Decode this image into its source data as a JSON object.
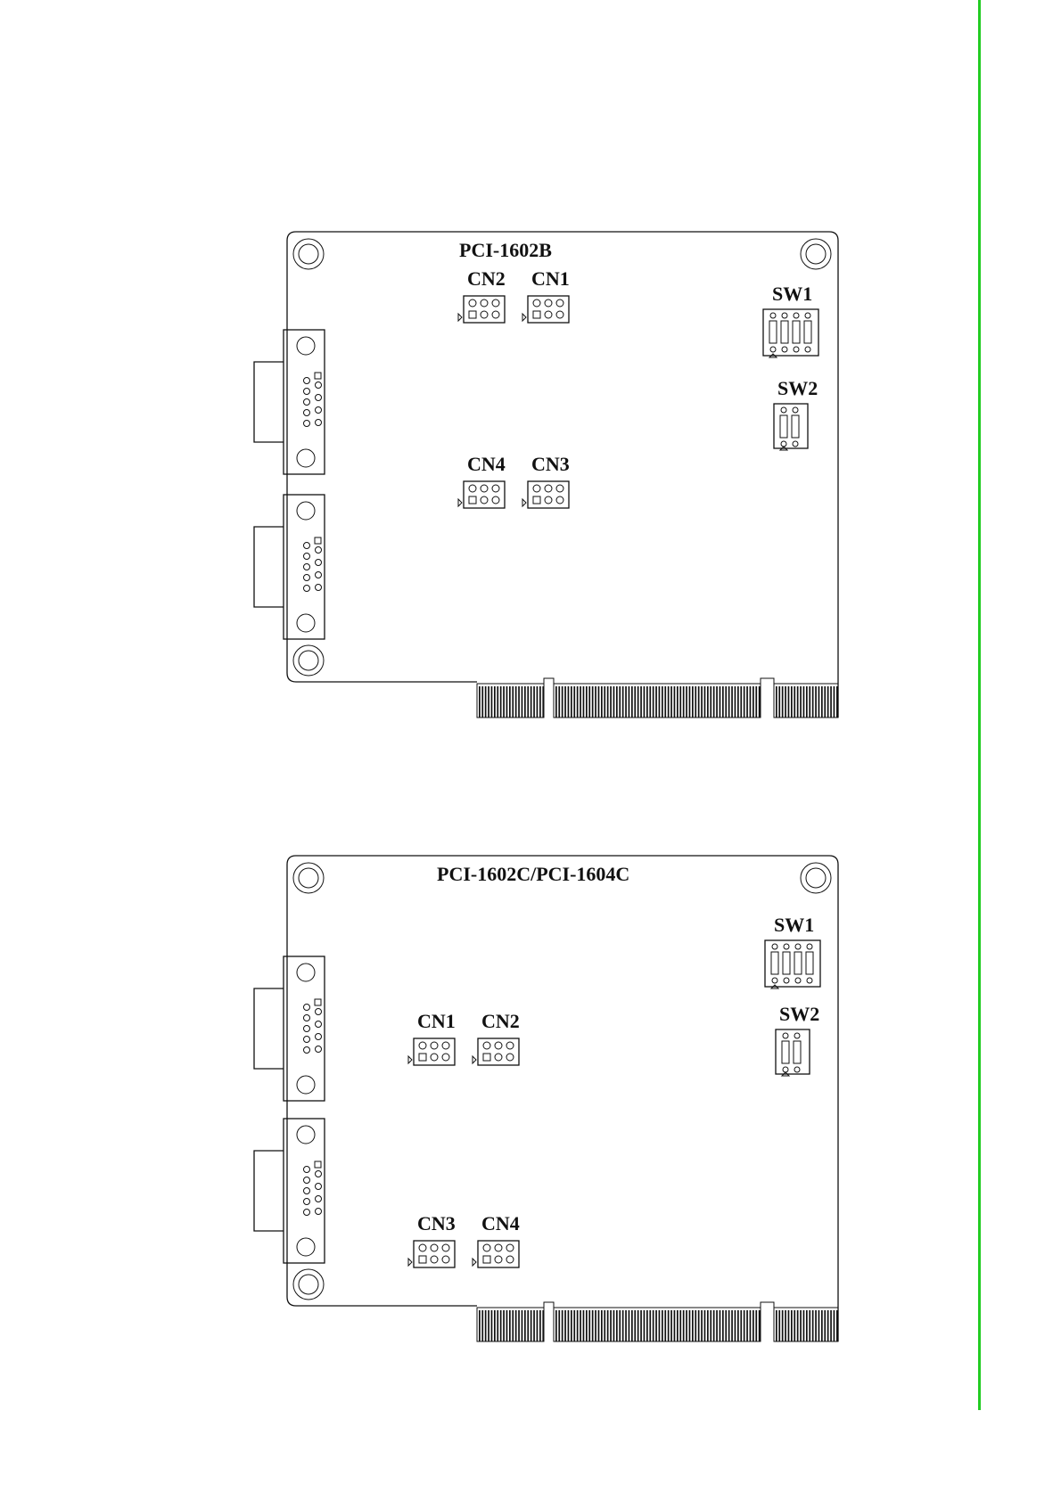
{
  "colors": {
    "accent_rule": "#22cc22",
    "line": "#111111"
  },
  "boards": [
    {
      "title": "PCI-1602B",
      "connectors": [
        {
          "label": "CN2"
        },
        {
          "label": "CN1"
        },
        {
          "label": "CN4"
        },
        {
          "label": "CN3"
        }
      ],
      "switches": [
        {
          "label": "SW1"
        },
        {
          "label": "SW2"
        }
      ]
    },
    {
      "title": "PCI-1602C/PCI-1604C",
      "connectors": [
        {
          "label": "CN1"
        },
        {
          "label": "CN2"
        },
        {
          "label": "CN3"
        },
        {
          "label": "CN4"
        }
      ],
      "switches": [
        {
          "label": "SW1"
        },
        {
          "label": "SW2"
        }
      ]
    }
  ]
}
